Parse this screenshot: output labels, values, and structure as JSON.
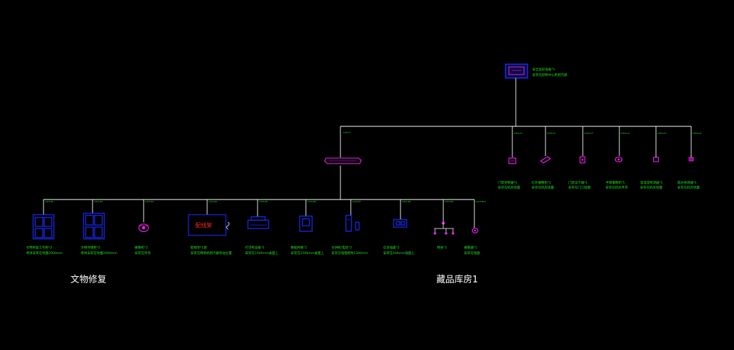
{
  "colors": {
    "background": "#000000",
    "wire": "#ffffff",
    "text": "#21e121",
    "device_blue": "#1e2cff",
    "device_magenta": "#ff1eff",
    "panel_red": "#ff2a2a"
  },
  "top_device": {
    "icon": "monitor-workstation-icon",
    "labels": [
      "安全监控设备*1",
      "安装在控制中心机柜内部"
    ]
  },
  "panel_label": "配线架",
  "right_branch": [
    {
      "tag": "CAT6-A1",
      "icon": "card-reader-icon",
      "labels": [
        "门禁控制器*1",
        "安装在机房墙面"
      ]
    },
    {
      "tag": "CAT6-A2",
      "icon": "bullet-camera-icon",
      "labels": [
        "红外摄像机*1",
        "安装在机房墙面"
      ]
    },
    {
      "tag": "CAT6-A3",
      "icon": "access-reader-icon",
      "labels": [
        "门禁读卡器*1",
        "安装在门口墙面"
      ]
    },
    {
      "tag": "CAT6-A4",
      "icon": "dome-camera-icon",
      "labels": [
        "半球摄像机*1",
        "安装在机房吊顶"
      ]
    },
    {
      "tag": "CAT6-A5",
      "icon": "detector-icon",
      "labels": [
        "温湿度探测器*1",
        "安装在机房墙面"
      ]
    },
    {
      "tag": "CAT6-A6",
      "icon": "sensor-icon",
      "labels": [
        "漏水探测器*1",
        "安装在机房地面"
      ]
    }
  ],
  "left_branch": [
    {
      "tag": "CAT6-B1",
      "icon": "cabinet-icon",
      "labels": [
        "文物修复工作柜*2",
        "柜体安装在地面2000mm"
      ]
    },
    {
      "tag": "CAT6-B2",
      "icon": "cabinet-icon",
      "labels": [
        "文物存储柜*2",
        "柜体安装在地面2000mm"
      ]
    },
    {
      "tag": "CAT6-B3",
      "icon": "dome-camera-icon",
      "labels": [
        "摄像机*2",
        "安装在吊顶"
      ]
    },
    {
      "tag": "CAT6-B4",
      "icon": "patch-panel-icon",
      "labels": [
        "配线架*1套",
        "安装在网络机柜内部标准位置"
      ]
    },
    {
      "tag": "CAT6-B5",
      "icon": "printer-icon",
      "labels": [
        "打印机设备*1",
        "安装在1500mm桌面上"
      ]
    },
    {
      "tag": "CAT6-B6",
      "icon": "terminal-icon",
      "labels": [
        "数据终端*1",
        "安装在1500mm桌面上"
      ]
    },
    {
      "tag": "CAT6-B7",
      "icon": "phone-icon",
      "labels": [
        "对讲机/电话*2",
        "安装在墙面距地1300mm"
      ]
    },
    {
      "tag": "CAT6-B8",
      "icon": "socket-icon",
      "labels": [
        "信息插座*2",
        "安装在300mm墙面上"
      ]
    },
    {
      "tag": "CAT6-B9",
      "icon": "network-hub-icon",
      "labels": [
        "网关*1"
      ]
    },
    {
      "tag": "CAT6-B10",
      "icon": "alarm-icon",
      "labels": [
        "报警器*1",
        "安装在墙面"
      ]
    }
  ],
  "switch_tag": "CAT6-S",
  "area_labels": [
    "文物修复",
    "藏品库房1"
  ]
}
